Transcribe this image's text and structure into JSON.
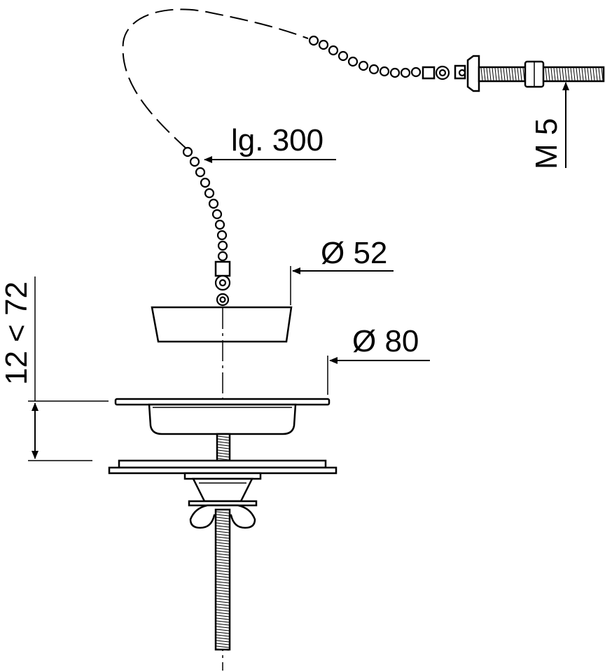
{
  "labels": {
    "chain_length": "lg. 300",
    "plug_diameter": "Ø 52",
    "flange_diameter": "Ø 80",
    "thread": "M 5",
    "height_range": "12 < 72"
  },
  "colors": {
    "line": "#000000",
    "background": "#ffffff"
  }
}
